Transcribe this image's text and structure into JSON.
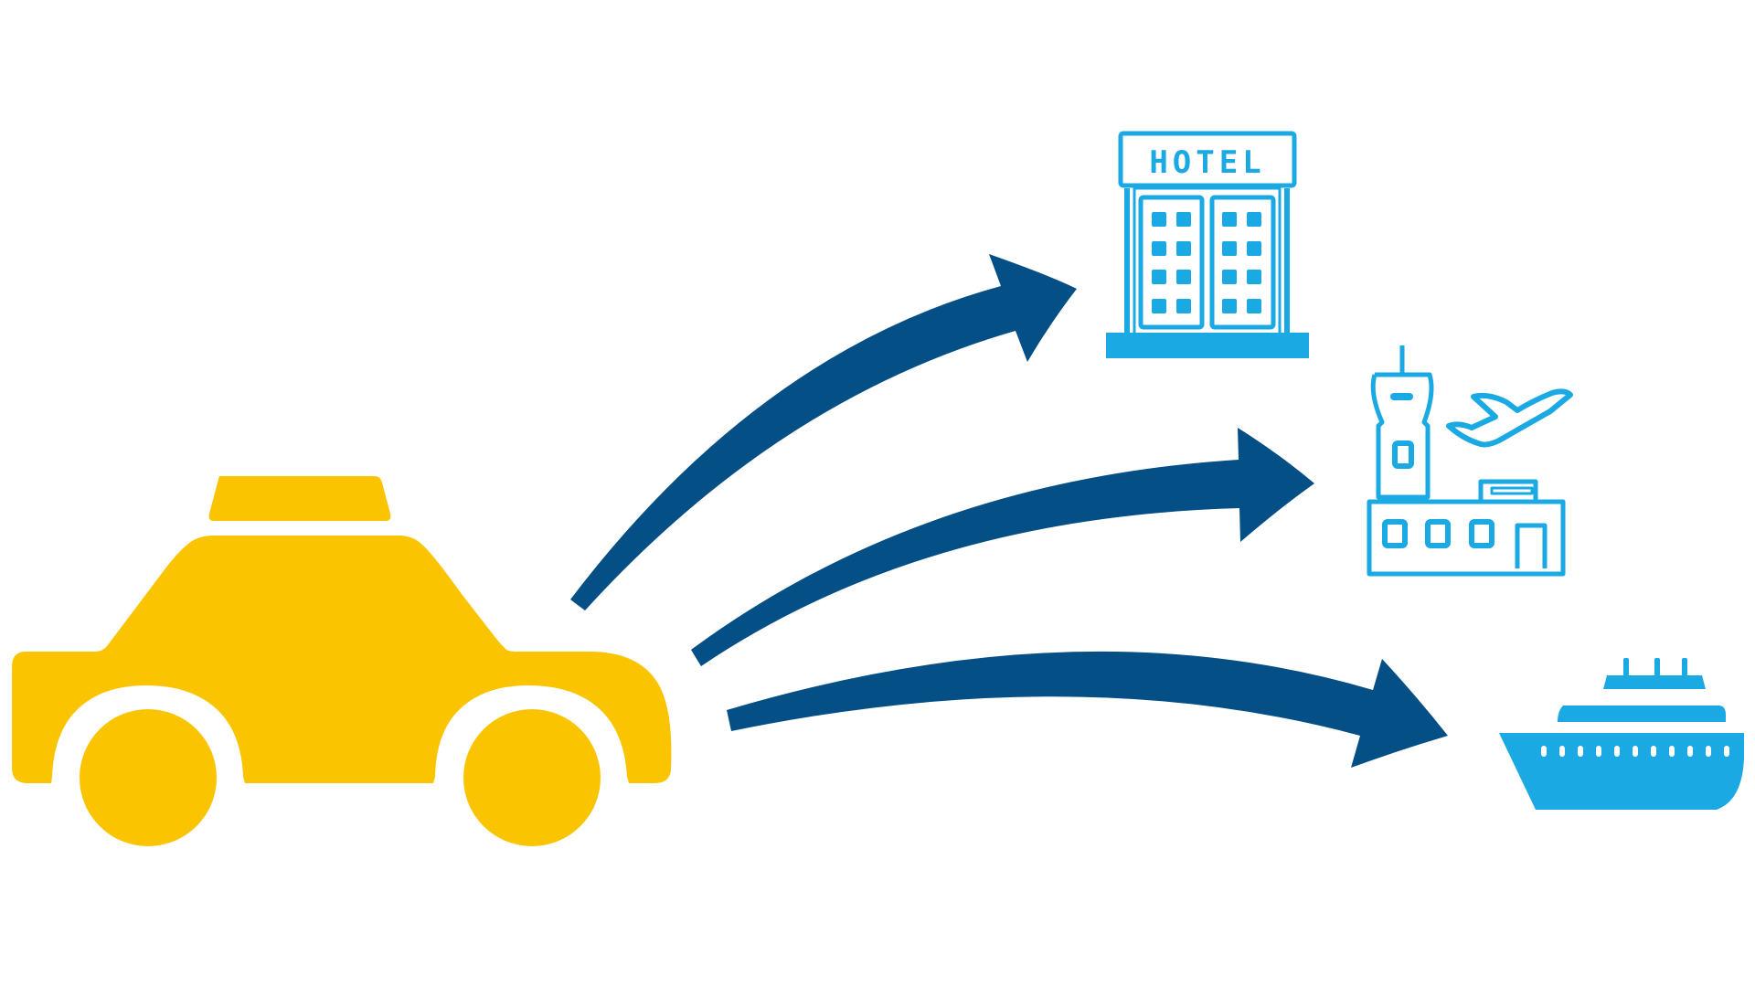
{
  "hotel": {
    "sign_text": "HOTEL"
  },
  "colors": {
    "taxi": "#fbc400",
    "arrow": "#034f86",
    "destination": "#1aa9e3",
    "background": "#ffffff"
  },
  "icons": [
    "taxi-icon",
    "hotel-icon",
    "airport-icon",
    "cruise-ship-icon"
  ],
  "arrows": [
    {
      "from": "taxi",
      "to": "hotel"
    },
    {
      "from": "taxi",
      "to": "airport"
    },
    {
      "from": "taxi",
      "to": "cruise-ship"
    }
  ]
}
